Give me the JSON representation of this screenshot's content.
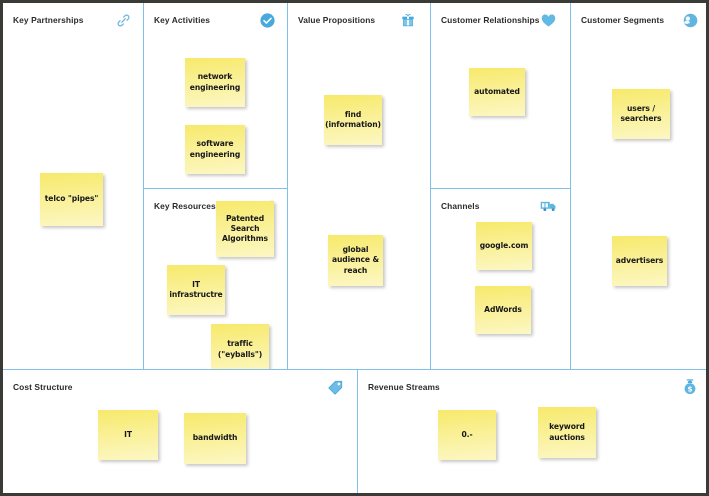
{
  "canvas": {
    "accent_color": "#7fc1e8",
    "note_color": "#f9ef8e",
    "border_color": "#3a3a36",
    "background": "#ffffff"
  },
  "blocks": [
    {
      "key": "key-partnerships",
      "title": "Key Partnerships",
      "icon": "link-icon",
      "notes": [
        {
          "text": "telco \"pipes\""
        }
      ]
    },
    {
      "key": "key-activities",
      "title": "Key Activities",
      "icon": "check-circle-icon",
      "notes": [
        {
          "text": "network\nengineering"
        },
        {
          "text": "software\nengineering"
        }
      ]
    },
    {
      "key": "key-resources",
      "title": "Key Resources",
      "icon": "factory-icon",
      "notes": [
        {
          "text": "Patented\nSearch\nAlgorithms"
        },
        {
          "text": "IT\ninfrastructre"
        },
        {
          "text": "traffic\n(\"eyballs\")"
        }
      ]
    },
    {
      "key": "value-propositions",
      "title": "Value Propositions",
      "icon": "gift-icon",
      "notes": [
        {
          "text": "find\n(information)"
        },
        {
          "text": "global\naudience &\nreach"
        }
      ]
    },
    {
      "key": "customer-relationships",
      "title": "Customer Relationships",
      "icon": "heart-icon",
      "notes": [
        {
          "text": "automated"
        }
      ]
    },
    {
      "key": "channels",
      "title": "Channels",
      "icon": "truck-icon",
      "notes": [
        {
          "text": "google.com"
        },
        {
          "text": "AdWords"
        }
      ]
    },
    {
      "key": "customer-segments",
      "title": "Customer Segments",
      "icon": "user-circle-icon",
      "notes": [
        {
          "text": "users /\nsearchers"
        },
        {
          "text": "advertisers"
        }
      ]
    },
    {
      "key": "cost-structure",
      "title": "Cost Structure",
      "icon": "price-tag-icon",
      "notes": [
        {
          "text": "IT"
        },
        {
          "text": "bandwidth"
        }
      ]
    },
    {
      "key": "revenue-streams",
      "title": "Revenue Streams",
      "icon": "money-bag-icon",
      "notes": [
        {
          "text": "0.-"
        },
        {
          "text": "keyword\nauctions"
        }
      ]
    }
  ]
}
